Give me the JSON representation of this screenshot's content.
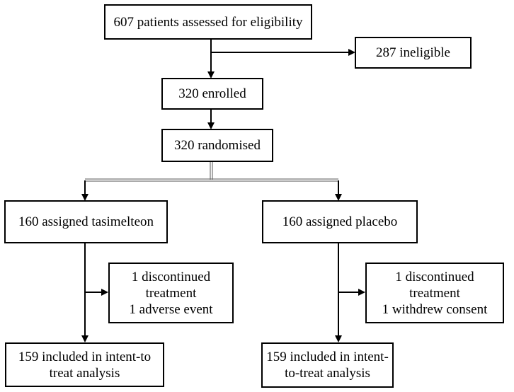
{
  "flowchart": {
    "assessed": "607 patients assessed for eligibility",
    "ineligible": "287 ineligible",
    "enrolled": "320 enrolled",
    "randomised": "320 randomised",
    "arm_left": {
      "assigned": "160 assigned tasimelteon",
      "discontinued": [
        "1 discontinued",
        "treatment",
        "1 adverse event"
      ],
      "included": [
        "159 included in intent-to",
        "treat analysis"
      ]
    },
    "arm_right": {
      "assigned": "160 assigned placebo",
      "discontinued": [
        "1 discontinued",
        "treatment",
        "1 withdrew consent"
      ],
      "included": [
        "159 included in intent-",
        "to-treat analysis"
      ]
    }
  }
}
